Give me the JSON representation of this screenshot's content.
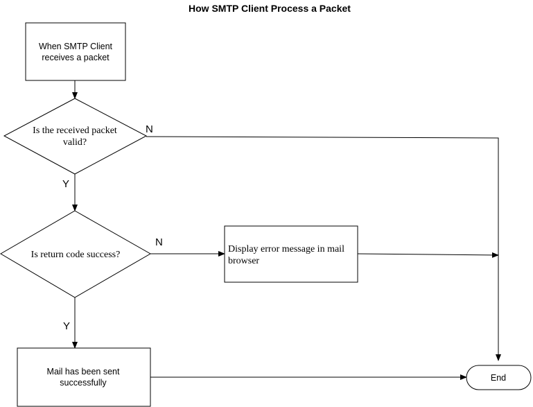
{
  "title": "How SMTP Client Process a Packet",
  "nodes": {
    "start": {
      "line1": "When SMTP Client",
      "line2": "receives a packet"
    },
    "decision_valid": {
      "line1": "Is the received packet",
      "line2": "valid?"
    },
    "decision_return": {
      "line1": "Is return code success?"
    },
    "error_box": {
      "line1": "Display error message in mail",
      "line2": "browser"
    },
    "sent_box": {
      "line1": "Mail has been sent",
      "line2": "successfully"
    },
    "end": {
      "label": "End"
    }
  },
  "edge_labels": {
    "valid_no": "N",
    "valid_yes": "Y",
    "return_no": "N",
    "return_yes": "Y"
  }
}
